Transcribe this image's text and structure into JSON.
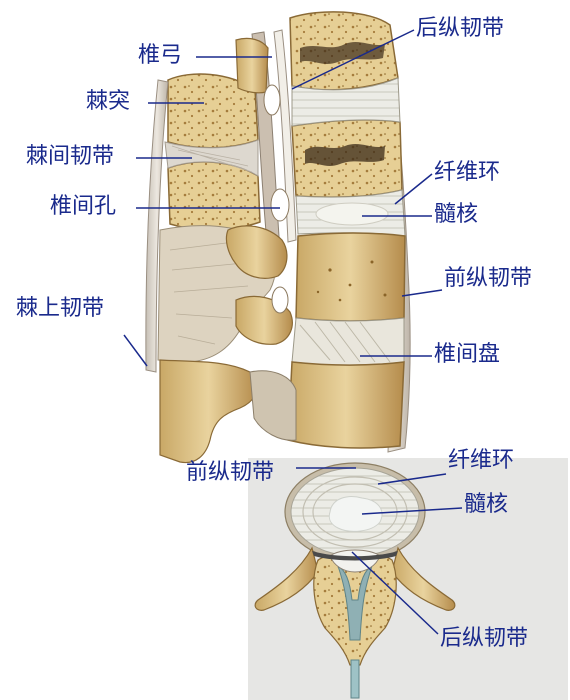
{
  "labels": {
    "zhuigong": "椎弓",
    "jitu": "棘突",
    "jijianrendai": "棘间韧带",
    "zhuijiankong": "椎间孔",
    "jishangrendai": "棘上韧带",
    "houzongrendai_top": "后纵韧带",
    "xianweihuan_top": "纤维环",
    "suihe_top": "髓核",
    "qianzongrendai_top": "前纵韧带",
    "zhuijianpan": "椎间盘",
    "qianzongrendai_bottom": "前纵韧带",
    "xianweihuan_bottom": "纤维环",
    "suihe_bottom": "髓核",
    "houzongrendai_bottom": "后纵韧带"
  },
  "colors": {
    "label_text": "#1a2a8c",
    "leader_line": "#1a2a8c",
    "bone": "#e3cf9a",
    "bone_dark": "#b89a58",
    "disc": "#e8ecec",
    "ligament": "#ddd6cc",
    "panel_bg": "#e6e6e4"
  }
}
